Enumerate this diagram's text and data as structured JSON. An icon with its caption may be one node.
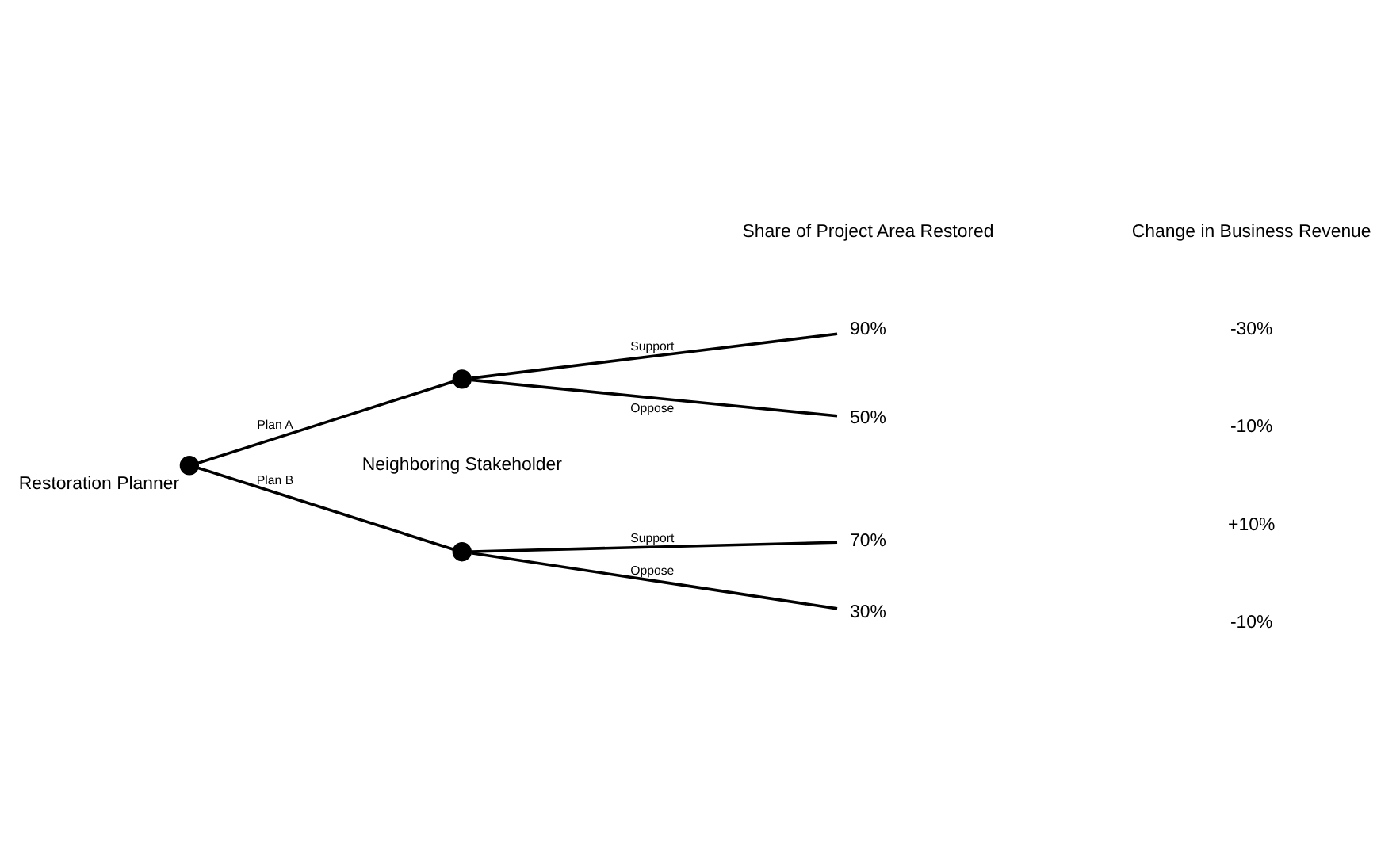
{
  "diagram": {
    "nodes": [
      {
        "text": [],
        "shape": "circle",
        "beside": [
          "Restoration Planner"
        ]
      },
      {
        "text": [],
        "shape": "circle"
      },
      {
        "text": [],
        "shape": "circle"
      },
      {
        "text": [
          "90%"
        ]
      },
      {
        "text": [
          "50%"
        ]
      },
      {
        "text": [
          "70%"
        ]
      },
      {
        "text": [
          "30%"
        ]
      }
    ],
    "edges": [
      {
        "from": 0,
        "to": 1,
        "arrow": "none",
        "label": "Plan A"
      },
      {
        "from": 0,
        "to": 2,
        "arrow": "none",
        "label": "Plan B"
      },
      {
        "from": 1,
        "to": 3,
        "arrow": "none",
        "label": "Support"
      },
      {
        "from": 1,
        "to": 4,
        "arrow": "none",
        "label": "Oppose"
      },
      {
        "from": 2,
        "to": 5,
        "arrow": "none",
        "label": "Support"
      },
      {
        "from": 2,
        "to": 6,
        "arrow": "none",
        "label": "Oppose"
      }
    ],
    "labels": [
      "Share of Project Area Restored",
      "Change in Business Revenue",
      "Neighboring Stakeholder",
      "-30%",
      "-10%",
      "+10%",
      "-10%"
    ]
  }
}
